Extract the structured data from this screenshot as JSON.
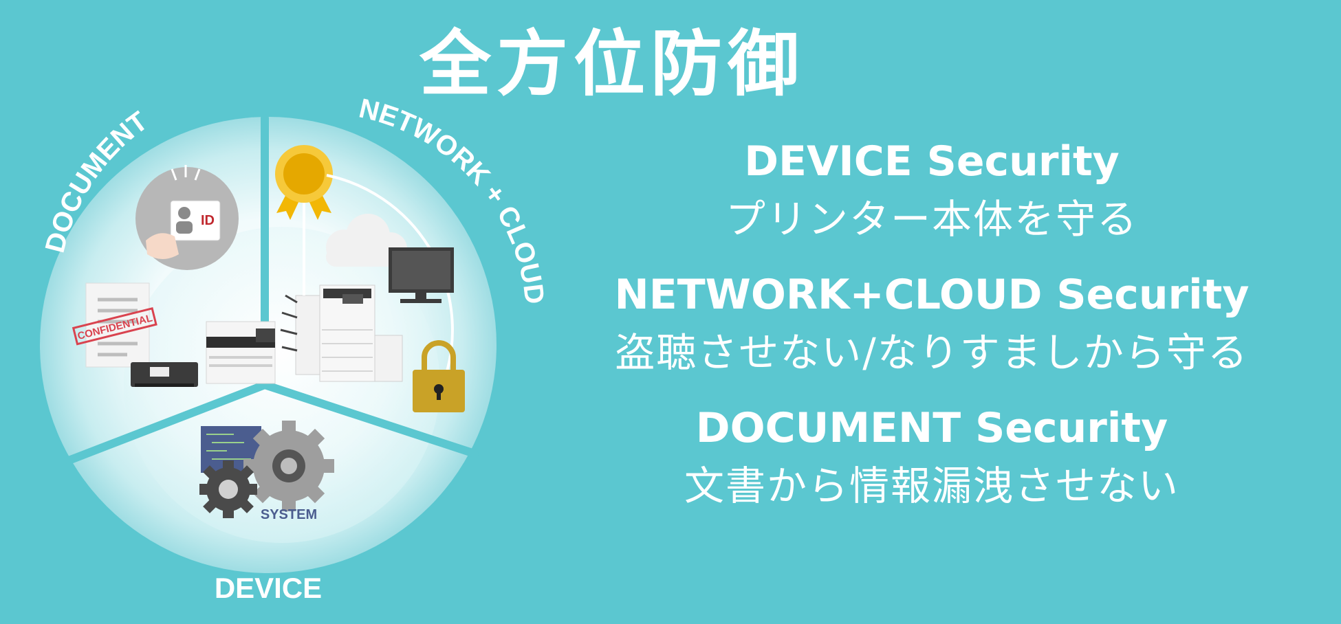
{
  "title": "全方位防御",
  "ring": {
    "document_label": "DOCUMENT",
    "network_label": "NETWORK + CLOUD",
    "device_label": "DEVICE"
  },
  "icons": {
    "id_badge_text": "ID",
    "confidential_stamp_text": "CONFIDENTIAL",
    "system_text": "SYSTEM"
  },
  "captions": {
    "device_title": "DEVICE Security",
    "device_sub": "プリンター本体を守る",
    "network_title": "NETWORK+CLOUD Security",
    "network_sub": "盗聴させない/なりすましから守る",
    "document_title": "DOCUMENT Security",
    "document_sub": "文書から情報漏洩させない"
  },
  "colors": {
    "background": "#5bc7d0",
    "text": "#ffffff",
    "stamp": "#d9434f",
    "lock": "#c9a227",
    "sun": "#f2b705"
  }
}
